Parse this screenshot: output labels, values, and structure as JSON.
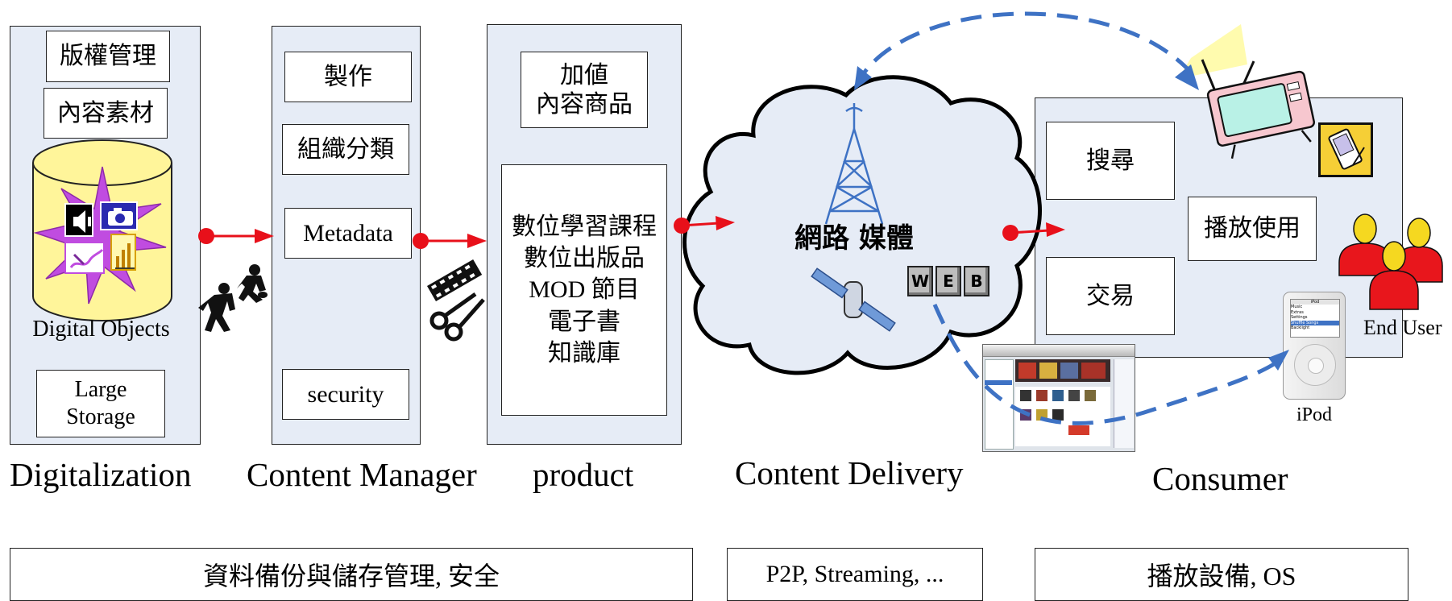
{
  "digitalization": {
    "boxes": [
      "版權管理",
      "內容素材"
    ],
    "db_label": "Digital Objects",
    "storage": "Large\nStorage",
    "label": "Digitalization"
  },
  "content_manager": {
    "boxes": [
      "製作",
      "組織分類",
      "Metadata",
      "security"
    ],
    "label": "Content Manager"
  },
  "product": {
    "top_box": "加値\n內容商品",
    "list": "數位學習課程\n數位出版品\nMOD 節目\n電子書\n知識庫",
    "label": "product"
  },
  "delivery": {
    "cloud_text": "網路 媒體",
    "web_keys": [
      "W",
      "E",
      "B"
    ],
    "label": "Content Delivery"
  },
  "consumer": {
    "boxes": [
      "搜尋",
      "交易",
      "播放使用"
    ],
    "end_user": "End User",
    "ipod": "iPod",
    "ipod_screen": [
      "iPod",
      "Music",
      "Extras",
      "Settings",
      "Shuffle Songs",
      "Backlight"
    ],
    "label": "Consumer"
  },
  "bottom": {
    "storage_mgmt": "資料備份與儲存管理, 安全",
    "transport": "P2P, Streaming, ...",
    "devices": "播放設備, OS"
  },
  "colors": {
    "panel": "#e6ecf6",
    "arrow": "#e8101a",
    "dashed": "#3e72c4",
    "star": "#c04ce0",
    "db": "#fff59a"
  },
  "icons": [
    "speaker-icon",
    "camera-icon",
    "brush-icon",
    "chart-icon",
    "workers-icon",
    "film-scissors-icon",
    "tower-icon",
    "satellite-icon",
    "tv-icon",
    "pda-icon",
    "user-icon",
    "ipod-icon"
  ]
}
